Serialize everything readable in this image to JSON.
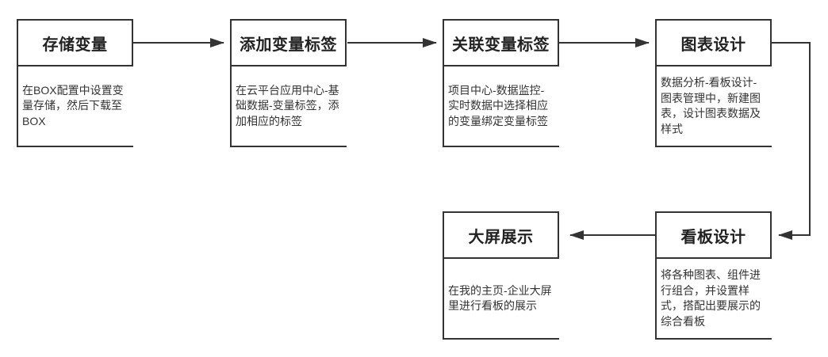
{
  "diagram": {
    "type": "flowchart",
    "background_color": "#ffffff",
    "line_color": "#333333",
    "title_text_color": "#222222",
    "description_text_color": "#333333",
    "nodes": [
      {
        "id": "store-variables",
        "title": "存储变量",
        "description": "在BOX配置中设置变\n量存储，然后下载至\nBOX"
      },
      {
        "id": "add-variable-tags",
        "title": "添加变量标签",
        "description": "在云平台应用中心-基\n础数据-变量标签，添\n加相应的标签"
      },
      {
        "id": "link-variable-tags",
        "title": "关联变量标签",
        "description": "项目中心-数据监控-\n实时数据中选择相应\n的变量绑定变量标签"
      },
      {
        "id": "chart-design",
        "title": "图表设计",
        "description": "数据分析-看板设计-\n图表管理中，新建图\n表，设计图表数据及\n样式"
      },
      {
        "id": "dashboard-design",
        "title": "看板设计",
        "description": "将各种图表、组件进\n行组合，并设置样\n式，搭配出要展示的\n综合看板"
      },
      {
        "id": "big-screen-display",
        "title": "大屏展示",
        "description": "在我的主页-企业大屏\n里进行看板的展示"
      }
    ],
    "connections": [
      {
        "from": "存储变量",
        "to": "添加变量标签"
      },
      {
        "from": "添加变量标签",
        "to": "关联变量标签"
      },
      {
        "from": "关联变量标签",
        "to": "图表设计"
      },
      {
        "from": "图表设计",
        "to": "看板设计"
      },
      {
        "from": "看板设计",
        "to": "大屏展示"
      }
    ]
  }
}
